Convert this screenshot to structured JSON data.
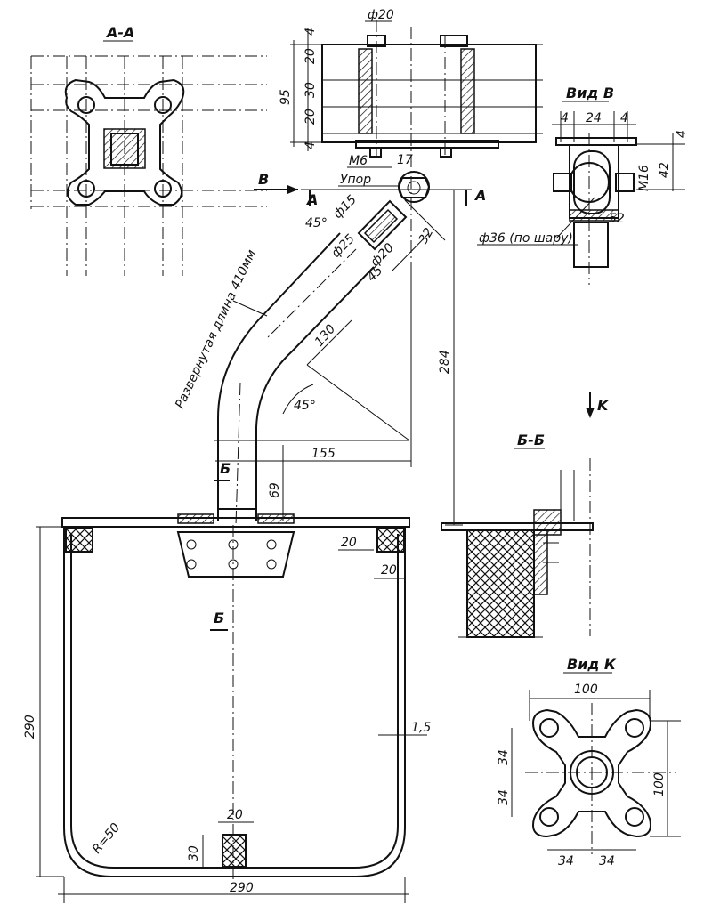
{
  "views": {
    "section_aa": "A-A",
    "view_b": "Вид В",
    "section_bb": "Б-Б",
    "view_k": "Вид К"
  },
  "markers": {
    "a1": "A",
    "a2": "A",
    "b_arrow": "В",
    "bb1": "Б",
    "bb2": "Б",
    "k_arrow": "K"
  },
  "labels": {
    "upor": "Упор",
    "developed_length": "Развернутая длина 410мм",
    "ball": "ф36 (по шару)"
  },
  "dims": {
    "d20_top": "ф20",
    "d4a": "4",
    "d20a": "20",
    "d95": "95",
    "d30": "30",
    "d20b": "20",
    "d4b": "4",
    "m6": "M6",
    "d17": "17",
    "d45deg": "45°",
    "d15": "ф15",
    "d25": "ф25",
    "d20c": "ф20",
    "d45": "45",
    "d32": "32",
    "d130": "130",
    "d45deg2": "45°",
    "d284": "284",
    "d155": "155",
    "d69": "69",
    "vb4a": "4",
    "vb24": "24",
    "vb4b": "4",
    "vb4c": "4",
    "vb42": "42",
    "vbm16": "M16",
    "vb52": "52",
    "p20a": "20",
    "p20b": "20",
    "p290v": "290",
    "p15": "1,5",
    "r50": "R=50",
    "p20c": "20",
    "p30": "30",
    "p290h": "290",
    "k100a": "100",
    "k100b": "100",
    "k34a": "34",
    "k34b": "34",
    "k34c": "34",
    "k34d": "34"
  }
}
